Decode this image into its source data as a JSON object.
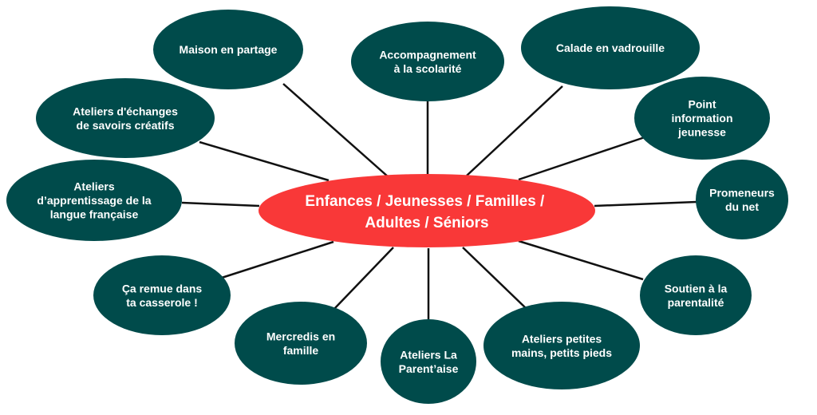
{
  "colors": {
    "center": "#f93838",
    "node": "#004b4b",
    "connector": "#111111",
    "text": "#ffffff"
  },
  "center": {
    "lines": [
      "Enfances / Jeunesses / Familles /",
      "Adultes / Séniors"
    ]
  },
  "nodes": [
    {
      "id": "maison-en-partage",
      "lines": [
        "Maison en partage"
      ]
    },
    {
      "id": "accompagnement-scolarite",
      "lines": [
        "Accompagnement",
        "à la scolarité"
      ]
    },
    {
      "id": "calade-en-vadrouille",
      "lines": [
        "Calade en vadrouille"
      ]
    },
    {
      "id": "point-information-jeunesse",
      "lines": [
        "Point",
        "information",
        "jeunesse"
      ]
    },
    {
      "id": "promeneurs-du-net",
      "lines": [
        "Promeneurs",
        "du net"
      ]
    },
    {
      "id": "soutien-parentalite",
      "lines": [
        "Soutien à la",
        "parentalité"
      ]
    },
    {
      "id": "ateliers-petites-mains",
      "lines": [
        "Ateliers petites",
        "mains, petits pieds"
      ]
    },
    {
      "id": "ateliers-la-parentaise",
      "lines": [
        "Ateliers La",
        "Parent’aise"
      ]
    },
    {
      "id": "mercredis-en-famille",
      "lines": [
        "Mercredis en",
        "famille"
      ]
    },
    {
      "id": "ca-remue-casserole",
      "lines": [
        "Ça remue dans",
        "ta casserole !"
      ]
    },
    {
      "id": "ateliers-apprentissage-francais",
      "lines": [
        "Ateliers",
        "d’apprentissage de la",
        "langue française"
      ]
    },
    {
      "id": "ateliers-echanges-savoirs",
      "lines": [
        "Ateliers d'échanges",
        "de savoirs créatifs"
      ]
    }
  ]
}
